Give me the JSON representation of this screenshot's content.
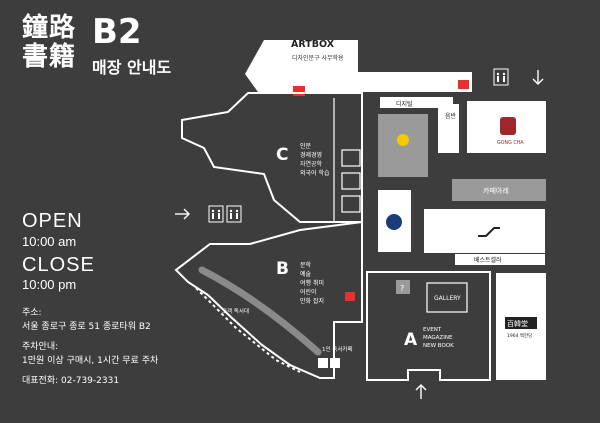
{
  "header": {
    "logo_hanja_line1": "鐘路",
    "logo_hanja_line2": "書籍",
    "floor": "B2",
    "subtitle": "매장 안내도"
  },
  "hours": {
    "open_label": "OPEN",
    "open_time": "10:00 am",
    "close_label": "CLOSE",
    "close_time": "10:00 pm"
  },
  "info": {
    "address_label": "주소:",
    "address_value": "서울 종로구 종로 51 종로타워 B2",
    "parking_label": "주차안내:",
    "parking_value": "1만원 이상 구매시, 1시간 무료 주차",
    "phone": "대표전화: 02-739-2331"
  },
  "map": {
    "artbox_brand": "ARTBOX",
    "artbox_desc": "디자인문구 사무학용",
    "digital": "디지털",
    "music": "음반",
    "cafe": "카페아레",
    "bestseller": "베스트셀러",
    "gallery": "GALLERY",
    "zone_a": "A",
    "zone_a_items": [
      "EVENT",
      "MAGAZINE",
      "NEW BOOK"
    ],
    "zone_b": "B",
    "zone_b_items": [
      "문학",
      "예술",
      "여행 취미",
      "어린이",
      "만화 잡지"
    ],
    "zone_c": "C",
    "zone_c_items": [
      "인문",
      "경제경영",
      "자연공학",
      "외국어 학습"
    ],
    "reading_seat": "고객 독서대",
    "reading_room": "1인 독서카페",
    "question_mark": "?",
    "gongcha": "GONG CHA",
    "shop_sign": [
      "百韓堂",
      "1964 백한당"
    ]
  },
  "colors": {
    "background": "#3d3d3d",
    "white": "#ffffff",
    "light_gray": "#cfcfcf",
    "mid_gray": "#9a9a9a",
    "accent_red": "#e8312f",
    "gongcha_red": "#a0262a"
  }
}
